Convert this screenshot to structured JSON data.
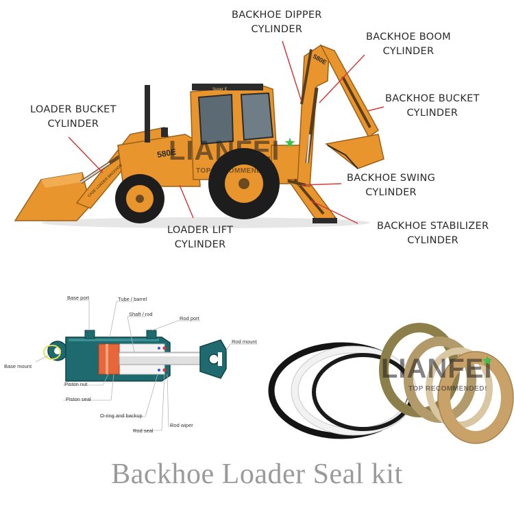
{
  "callouts": {
    "dipper": [
      "BACKHOE DIPPER",
      "CYLINDER"
    ],
    "boom": [
      "BACKHOE BOOM",
      "CYLINDER"
    ],
    "bucket": [
      "BACKHOE BUCKET",
      "CYLINDER"
    ],
    "swing": [
      "BACKHOE SWING",
      "CYLINDER"
    ],
    "stabilizer": [
      "BACKHOE STABILIZER",
      "CYLINDER"
    ],
    "loader_bucket": [
      "LOADER BUCKET",
      "CYLINDER"
    ],
    "loader_lift": [
      "LOADER LIFT",
      "CYLINDER"
    ]
  },
  "machine": {
    "model": "580E",
    "cab_badge": "Super E",
    "arm_text": "580E",
    "boom_side_text": "CASE LOADER BACKHOE"
  },
  "cylinder_parts": {
    "base_port": "Base port",
    "tube_barrel": "Tube / barrel",
    "shaft_rod": "Shaft / rod",
    "rod_port": "Rod port",
    "rod_mount": "Rod mount",
    "base_mount": "Base mount",
    "piston_nut": "Piston nut",
    "piston_seal": "Piston seal",
    "oring_backup": "O-ring and backup",
    "rod_seal": "Rod seal",
    "rod_wiper": "Rod wiper"
  },
  "watermark": {
    "brand": "LIANFEI",
    "tagline": "TOP RECOMMENDED!"
  },
  "caption": "Backhoe Loader Seal kit",
  "colors": {
    "machine_orange": "#e8952e",
    "cylinder_teal": "#1e6a6e",
    "leader_red": "#d23a3a",
    "caption_grey": "#9a9a9a",
    "seal_olive": "#8c7f4a",
    "seal_tan": "#c9a26a"
  }
}
